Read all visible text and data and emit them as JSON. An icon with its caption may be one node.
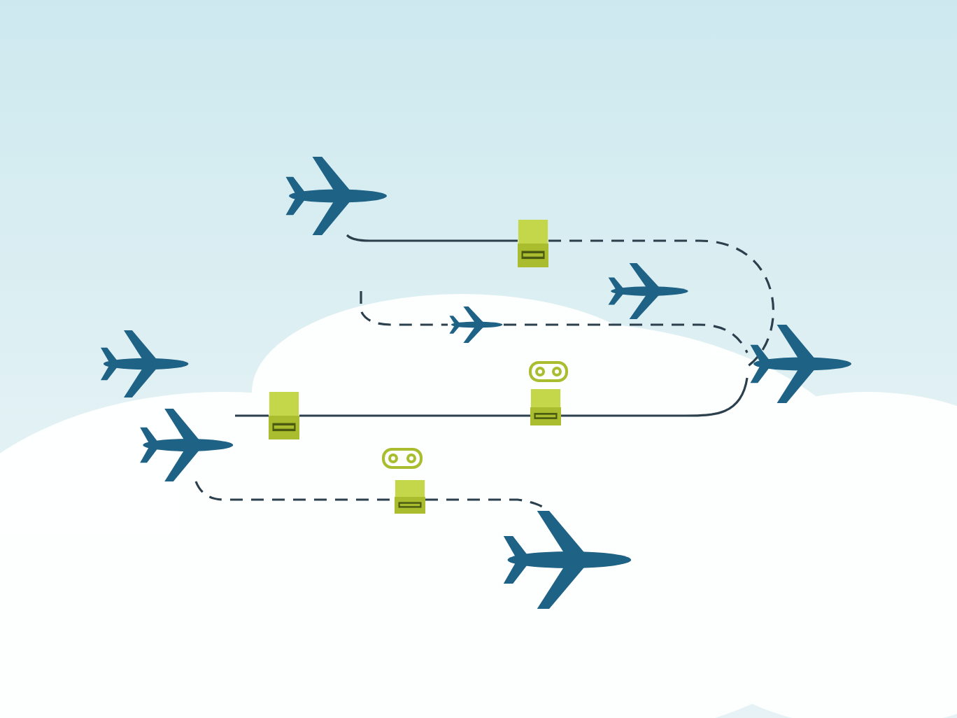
{
  "diagram": {
    "nodes": [
      {
        "text": [],
        "shape": "picture"
      },
      {
        "text": [],
        "shape": "picture"
      },
      {
        "text": [],
        "shape": "picture"
      },
      {
        "text": [],
        "shape": "picture"
      },
      {
        "text": [],
        "shape": "picture"
      },
      {
        "text": [],
        "shape": "picture"
      },
      {
        "text": [],
        "shape": "picture"
      },
      {
        "text": [],
        "shape": "box"
      },
      {
        "text": [],
        "shape": "box"
      },
      {
        "text": [],
        "shape": "box"
      },
      {
        "text": [],
        "shape": "box"
      }
    ],
    "edges": [
      {
        "from": 0,
        "to": 7,
        "arrow": "none"
      },
      {
        "from": 7,
        "to": 4,
        "arrow": "none",
        "style": "dashed"
      },
      {
        "from": null,
        "to": 2,
        "arrow": "none",
        "style": "dashed"
      },
      {
        "from": 2,
        "to": 4,
        "arrow": "none",
        "style": "dashed"
      },
      {
        "from": 4,
        "to": 9,
        "arrow": "none"
      },
      {
        "from": 9,
        "to": 8,
        "arrow": "none"
      },
      {
        "from": 8,
        "to": 5,
        "arrow": "none"
      },
      {
        "from": 5,
        "to": 10,
        "arrow": "none",
        "style": "dashed"
      },
      {
        "from": 10,
        "to": 6,
        "arrow": "none",
        "style": "dashed"
      }
    ]
  }
}
